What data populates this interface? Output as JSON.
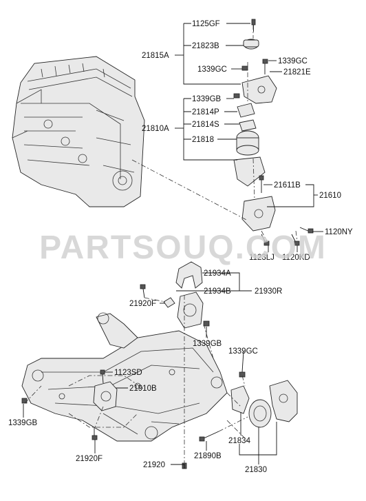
{
  "labels": {
    "l1125GF": "1125GF",
    "l21823B": "21823B",
    "l21815A": "21815A",
    "l1339GC_a": "1339GC",
    "l1339GC_b": "1339GC",
    "l21821E": "21821E",
    "l1339GB_a": "1339GB",
    "l21814P": "21814P",
    "l21814S": "21814S",
    "l21810A": "21810A",
    "l21818": "21818",
    "l21611B": "21611B",
    "l21610": "21610",
    "l1120NY": "1120NY",
    "l1123LJ": "1123LJ",
    "l1120KD": "1120KD",
    "l21934A": "21934A",
    "l21934B": "21934B",
    "l21930R": "21930R",
    "l21920F_a": "21920F",
    "l1339GB_b": "1339GB",
    "l1339GC_c": "1339GC",
    "l1123SD": "1123SD",
    "l21910B": "21910B",
    "l1339GB_c": "1339GB",
    "l21834": "21834",
    "l21920F_b": "21920F",
    "l21920": "21920",
    "l21890B": "21890B",
    "l21830": "21830"
  },
  "watermark": "PARTSOUQ.COM"
}
